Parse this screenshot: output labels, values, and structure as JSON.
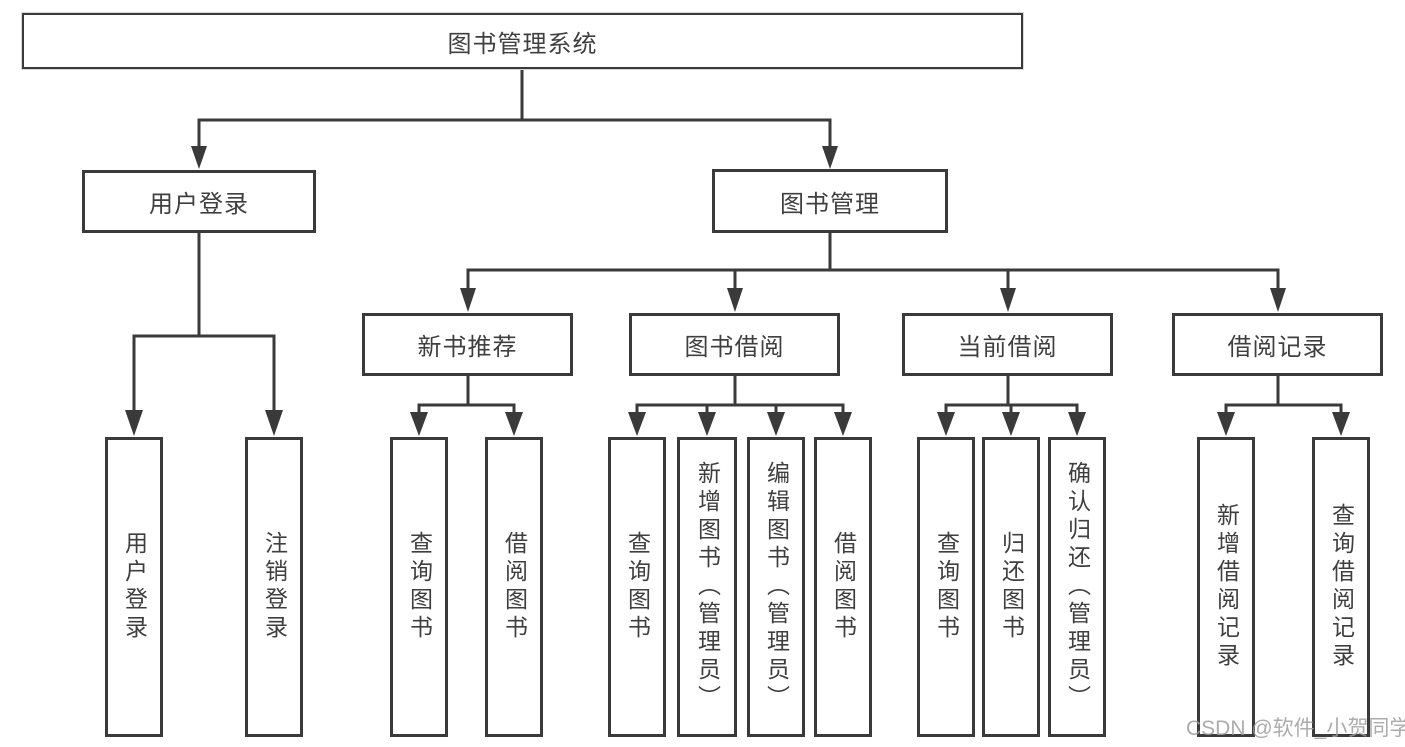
{
  "root": {
    "label": "图书管理系统"
  },
  "tree": [
    {
      "label": "用户登录",
      "children": [
        {
          "label": "用户登录"
        },
        {
          "label": "注销登录"
        }
      ]
    },
    {
      "label": "图书管理",
      "children": [
        {
          "label": "新书推荐",
          "children": [
            {
              "label": "查询图书"
            },
            {
              "label": "借阅图书"
            }
          ]
        },
        {
          "label": "图书借阅",
          "children": [
            {
              "label": "查询图书"
            },
            {
              "label": "新增图书（管理员）"
            },
            {
              "label": "编辑图书（管理员）"
            },
            {
              "label": "借阅图书"
            }
          ]
        },
        {
          "label": "当前借阅",
          "children": [
            {
              "label": "查询图书"
            },
            {
              "label": "归还图书"
            },
            {
              "label": "确认归还（管理员）"
            }
          ]
        },
        {
          "label": "借阅记录",
          "children": [
            {
              "label": "新增借阅记录"
            },
            {
              "label": "查询借阅记录"
            }
          ]
        }
      ]
    }
  ],
  "watermark": {
    "text": "CSDN @软件_小贺同学"
  },
  "colors": {
    "line": "#3a3a3a",
    "text": "#3f3f3f",
    "background": "#ffffff",
    "watermark": "#9e9e9e"
  }
}
